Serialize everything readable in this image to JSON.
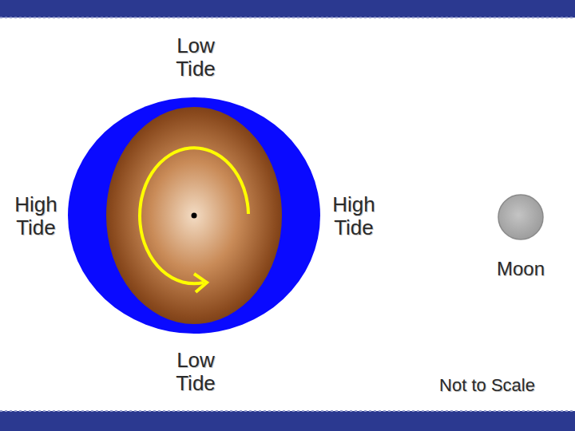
{
  "diagram": {
    "nodes": [
      {
        "text": [
          "Moon"
        ]
      }
    ],
    "labels": [
      "Low Tide",
      "High Tide",
      "High Tide",
      "Low Tide",
      "Not to Scale"
    ]
  }
}
